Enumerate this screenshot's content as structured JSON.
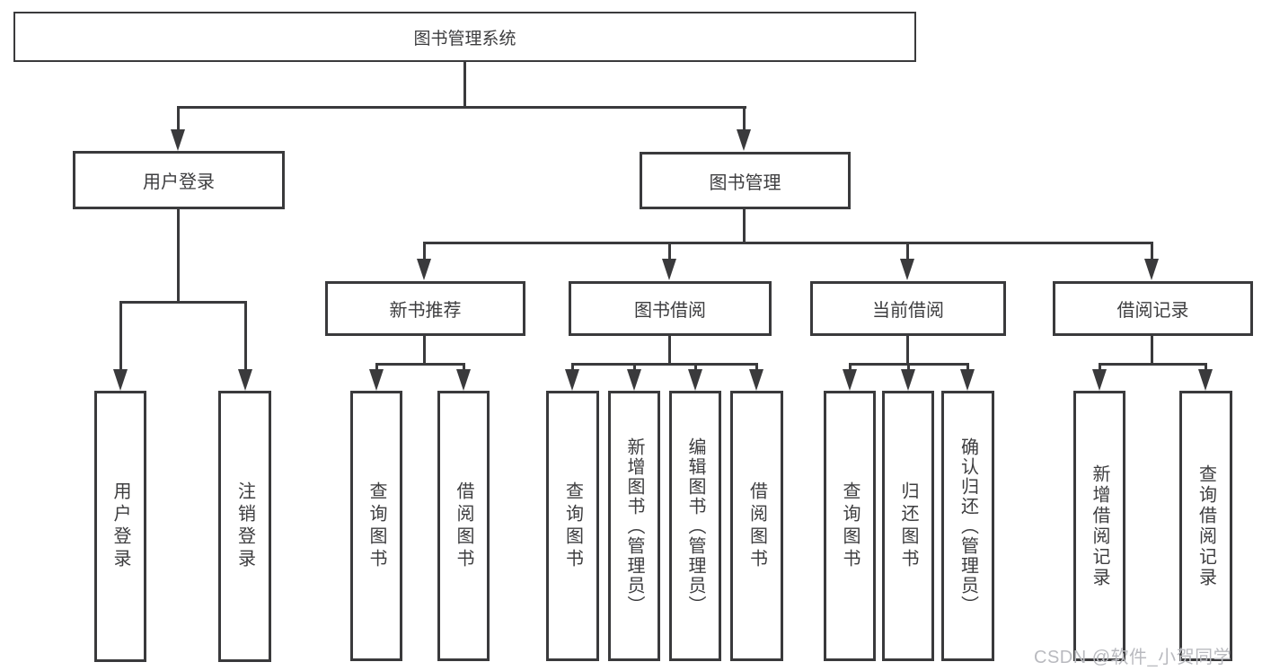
{
  "diagram_title": "图书管理系统",
  "nodes": {
    "root": "图书管理系统",
    "user_login": "用户登录",
    "book_mgmt": "图书管理",
    "new_book": "新书推荐",
    "book_borrow": "图书借阅",
    "current_borrow": "当前借阅",
    "borrow_record": "借阅记录"
  },
  "leaves": {
    "g1": [
      "用户登录",
      "注销登录"
    ],
    "g2": [
      "查询图书",
      "借阅图书"
    ],
    "g3": [
      "查询图书",
      "新增图书（管理员）",
      "编辑图书（管理员）",
      "借阅图书"
    ],
    "g4": [
      "查询图书",
      "归还图书",
      "确认归还（管理员）"
    ],
    "g5": [
      "新增借阅记录",
      "查询借阅记录"
    ]
  },
  "watermark": "CSDN @软件_小贺同学",
  "colors": {
    "line": "#3a3a3c",
    "text": "#3d3d3f",
    "watermark": "#b9babf",
    "background": "#ffffff"
  }
}
